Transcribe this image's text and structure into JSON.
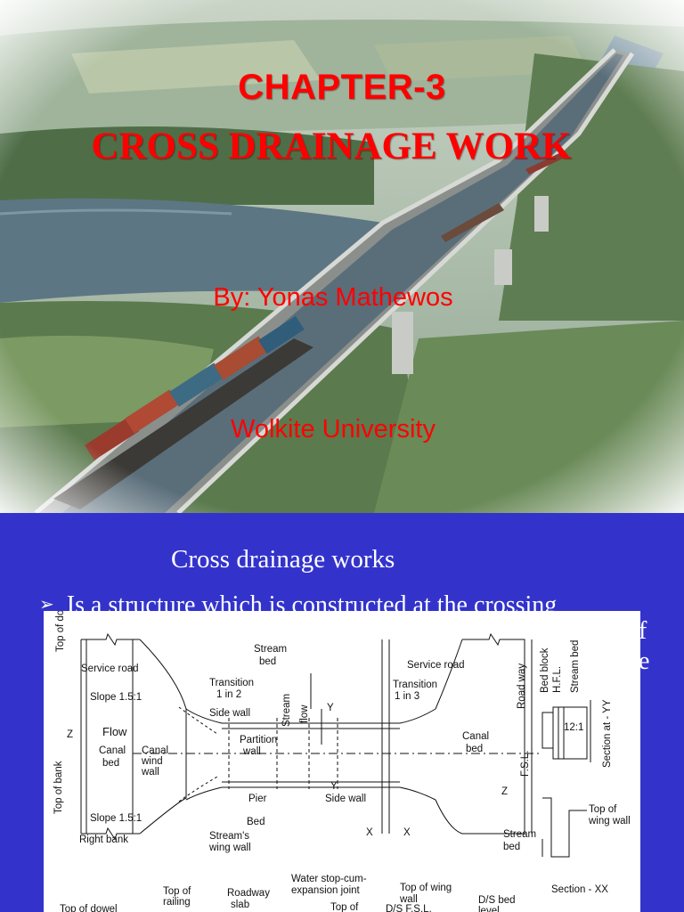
{
  "slide1": {
    "chapter": "CHAPTER-3",
    "title": "CROSS DRAINAGE WORK",
    "author": "By: Yonas Mathewos",
    "institution": "Wolkite University",
    "title_color": "#ff0000"
  },
  "slide2": {
    "background_color": "#3333cc",
    "heading": "Cross drainage works",
    "bullet_marker": "➢",
    "bullet_text": "Is a structure which is constructed at the crossing",
    "bullet_tail": [
      "f",
      "e"
    ],
    "figure": {
      "labels": {
        "top_of_dowel": "Top of dowel",
        "service_road_left": "Service road",
        "slope_top": "Slope 1.5:1",
        "slope_bottom": "Slope 1.5:1",
        "flow": "Flow",
        "canal_bed": "Canal\nbed",
        "canal_wind_wall": "Canal\nwind\nwall",
        "top_of_bank": "Top of bank",
        "right_bank": "Right bank",
        "stream_bed_top": "Stream\nbed",
        "transition_1in2": "Transition\n1 in 2",
        "side_wall_top": "Side wall",
        "stream_flow": "Stream",
        "flow_vertical": "flow",
        "y_top": "Y",
        "partition_wall": "Partition\nwall",
        "pier": "Pier",
        "bed": "Bed",
        "streams_wing_wall": "Stream's\nwing wall",
        "side_wall_bottom": "Side wall",
        "x_left": "X",
        "x_right": "X",
        "y_bottom": "Y",
        "service_road_right": "Service road",
        "transition_1in3": "Transition\n1 in 3",
        "canal_bed_right": "Canal\nbed",
        "z_left": "Z",
        "z_right": "Z",
        "road_way": "Road way",
        "bed_block": "Bed block",
        "hfl": "H.F.L.",
        "stream_bed_section": "Stream bed",
        "ratio": "12:1",
        "section_yy": "Section at - YY",
        "fsl": "F.S.L.",
        "top_of_wing_wall": "Top of\nwing wall",
        "stream_bed_right": "Stream\nbed",
        "section_xx": "Section - XX",
        "top_of_railing": "Top of\nrailing",
        "roadway_slab": "Roadway\nslab",
        "water_stop": "Water stop-cum-\nexpansion joint",
        "top_of": "Top of",
        "top_of_wing_wall_2": "Top of wing\nwall",
        "ds_bed_level": "D/S bed\nlevel",
        "ds_fsl": "D/S F.S.L.",
        "top_of_dowel_bottom": "Top of dowel"
      }
    }
  }
}
